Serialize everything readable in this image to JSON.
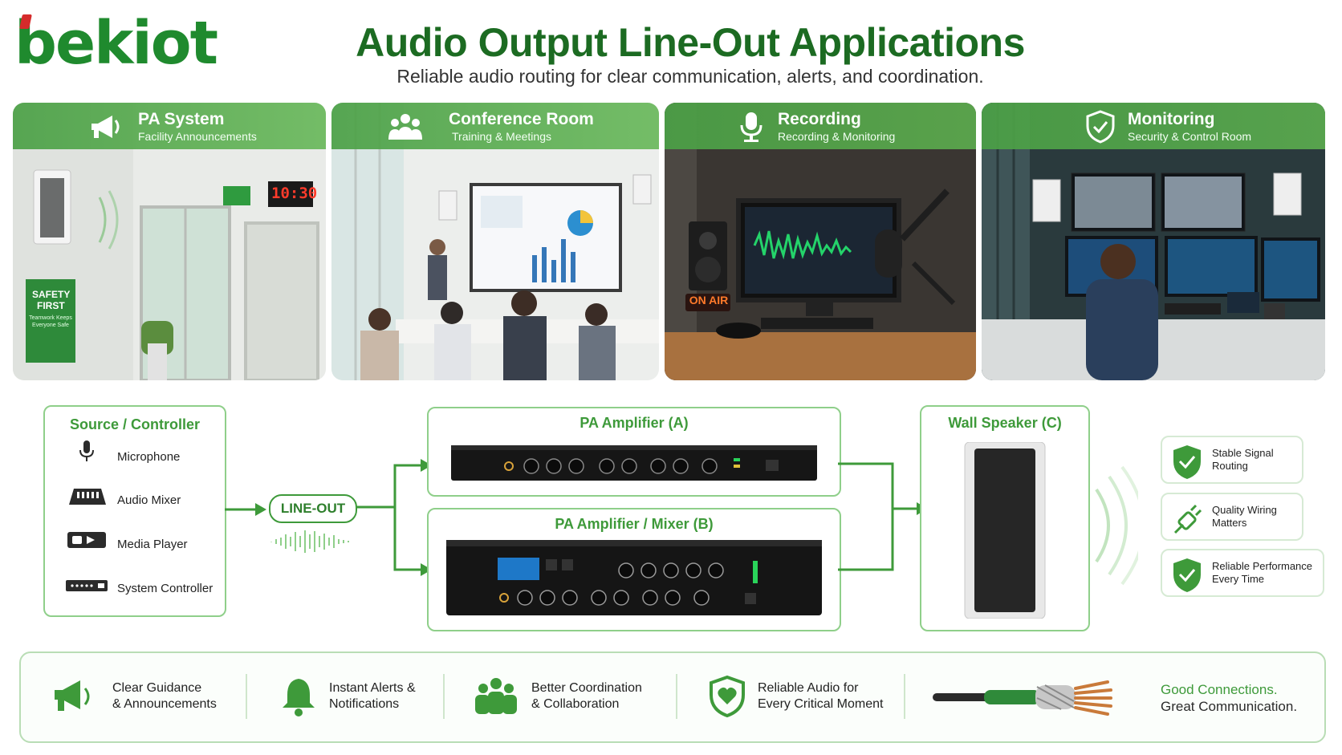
{
  "header": {
    "logo": "bekiot",
    "title": "Audio Output Line-Out Applications",
    "subtitle": "Reliable audio routing for clear communication, alerts, and coordination."
  },
  "panels": [
    {
      "title": "PA System",
      "subtitle": "Facility Announcements",
      "icon": "megaphone-icon",
      "sign_line1": "SAFETY",
      "sign_line2": "FIRST",
      "sign_small": "Teamwork Keeps Everyone Safe",
      "clock": "10:30"
    },
    {
      "title": "Conference Room",
      "subtitle": "Training & Meetings",
      "icon": "group-icon"
    },
    {
      "title": "Recording",
      "subtitle": "Recording & Monitoring",
      "icon": "microphone-icon",
      "on_air": "ON AIR"
    },
    {
      "title": "Monitoring",
      "subtitle": "Security & Control Room",
      "icon": "shield-icon"
    }
  ],
  "diagram": {
    "source": {
      "title": "Source / Controller",
      "items": [
        {
          "label": "Microphone",
          "icon": "microphone-icon"
        },
        {
          "label": "Audio Mixer",
          "icon": "audio-mixer-icon"
        },
        {
          "label": "Media Player",
          "icon": "media-player-icon"
        },
        {
          "label": "System Controller",
          "icon": "system-controller-icon"
        }
      ]
    },
    "lineout": "LINE-OUT",
    "amp_a": {
      "title": "PA Amplifier (A)"
    },
    "amp_b": {
      "title": "PA Amplifier / Mixer (B)"
    },
    "speaker": {
      "title": "Wall Speaker (C)"
    },
    "features": [
      {
        "line1": "Stable Signal",
        "line2": "Routing",
        "icon": "shield-check-icon"
      },
      {
        "line1": "Quality Wiring",
        "line2": "Matters",
        "icon": "cable-plug-icon"
      },
      {
        "line1": "Reliable Performance",
        "line2": "Every Time",
        "icon": "shield-check-icon"
      }
    ]
  },
  "benefits": [
    {
      "line1": "Clear Guidance",
      "line2": "& Announcements",
      "icon": "megaphone-icon"
    },
    {
      "line1": "Instant Alerts &",
      "line2": "Notifications",
      "icon": "bell-icon"
    },
    {
      "line1": "Better Coordination",
      "line2": "& Collaboration",
      "icon": "team-icon"
    },
    {
      "line1": "Reliable Audio for",
      "line2": "Every Critical Moment",
      "icon": "shield-heart-icon"
    }
  ],
  "tagline": {
    "line1": "Good Connections.",
    "line2": "Great Communication."
  },
  "colors": {
    "brand": "#1f8a2e",
    "accent": "#3e9a3a",
    "logo_mark": "#d52b2b"
  }
}
